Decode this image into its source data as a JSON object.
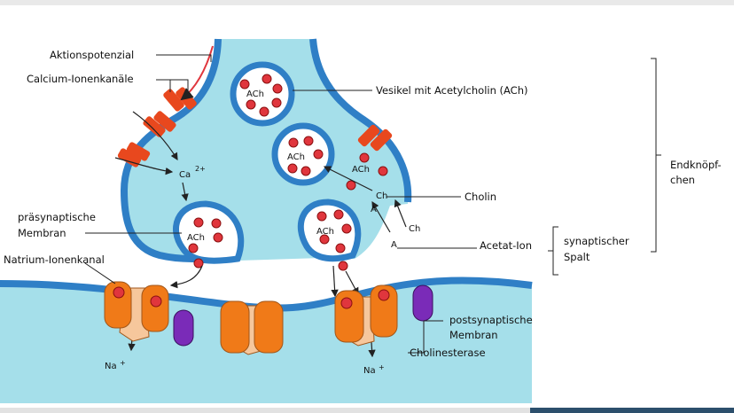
{
  "labels": {
    "aktionspotenzial": "Aktionspotenzial",
    "calcium": "Calcium-Ionenkanäle",
    "vesikel": "Vesikel mit Acetylcholin (ACh)",
    "endknoepf_1": "Endknöpf-",
    "endknoepf_2": "chen",
    "praesyn_1": "präsynaptische",
    "praesyn_2": "Membran",
    "natrium": "Natrium-Ionenkanal",
    "cholin": "Cholin",
    "acetat": "Acetat-Ion",
    "spalt_1": "synaptischer",
    "spalt_2": "Spalt",
    "postsyn_1": "postsynaptische",
    "postsyn_2": "Membran",
    "cholinesterase": "Cholinesterase"
  },
  "marks": {
    "ach": "ACh",
    "ca": "Ca",
    "ca_charge": "2+",
    "ch": "Ch",
    "a": "A",
    "na": "Na",
    "na_charge": "+"
  },
  "colors": {
    "cytoplasm": "#a5dfea",
    "membrane": "#2f7fc6",
    "vesicle_fill": "#ffffff",
    "ach_molecule": "#e0363d",
    "channel_orange": "#f07a18",
    "channel_light": "#f6c79c",
    "cholinesterase": "#7a2bb8",
    "arrow": "#222222"
  }
}
